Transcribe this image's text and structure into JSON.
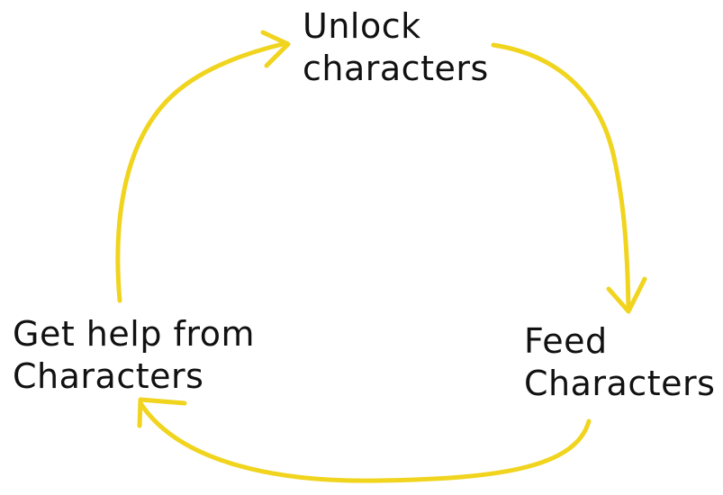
{
  "diagram": {
    "type": "cycle",
    "nodes": [
      {
        "id": "unlock",
        "lines": [
          "Unlock",
          "characters"
        ]
      },
      {
        "id": "feed",
        "lines": [
          "Feed",
          "Characters"
        ]
      },
      {
        "id": "help",
        "lines": [
          "Get help from",
          "Characters"
        ]
      }
    ],
    "edges": [
      {
        "from": "unlock",
        "to": "feed"
      },
      {
        "from": "feed",
        "to": "help"
      },
      {
        "from": "help",
        "to": "unlock"
      }
    ]
  },
  "colors": {
    "arrow": "#f0d41e",
    "text": "#111111",
    "background": "#ffffff"
  }
}
